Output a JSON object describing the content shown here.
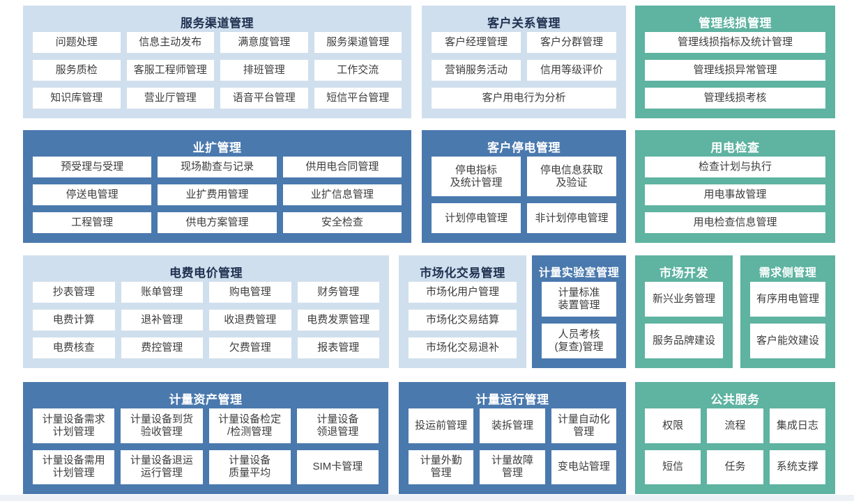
{
  "palette": {
    "light_blue_block": "#d0dfed",
    "dark_blue_block": "#4a79ae",
    "green_block": "#5eb3a1",
    "title_navy": "#1f3050",
    "title_on_color": "#ffffff",
    "item_background": "#ffffff",
    "item_text": "#3c3c3c"
  },
  "blocks": [
    {
      "title": "服务渠道管理",
      "items": [
        {
          "label": "问题处理"
        },
        {
          "label": "信息主动发布"
        },
        {
          "label": "满意度管理"
        },
        {
          "label": "服务渠道管理"
        },
        {
          "label": "服务质检"
        },
        {
          "label": "客服工程师管理"
        },
        {
          "label": "排班管理"
        },
        {
          "label": "工作交流"
        },
        {
          "label": "知识库管理"
        },
        {
          "label": "营业厅管理"
        },
        {
          "label": "语音平台管理"
        },
        {
          "label": "短信平台管理"
        }
      ]
    },
    {
      "title": "客户关系管理",
      "items": [
        {
          "label": "客户经理管理"
        },
        {
          "label": "客户分群管理"
        },
        {
          "label": "营销服务活动"
        },
        {
          "label": "信用等级评价"
        },
        {
          "label": "客户用电行为分析",
          "span": 2
        }
      ]
    },
    {
      "title": "管理线损管理",
      "items": [
        {
          "label": "管理线损指标及统计管理"
        },
        {
          "label": "管理线损异常管理"
        },
        {
          "label": "管理线损考核"
        }
      ]
    },
    {
      "title": "业扩管理",
      "items": [
        {
          "label": "预受理与受理"
        },
        {
          "label": "现场勘查与记录"
        },
        {
          "label": "供用电合同管理"
        },
        {
          "label": "停送电管理"
        },
        {
          "label": "业扩费用管理"
        },
        {
          "label": "业扩信息管理"
        },
        {
          "label": "工程管理"
        },
        {
          "label": "供电方案管理"
        },
        {
          "label": "安全检查"
        }
      ]
    },
    {
      "title": "客户停电管理",
      "items": [
        {
          "label": "停电指标\n及统计管理"
        },
        {
          "label": "停电信息获取\n及验证"
        },
        {
          "label": "计划停电管理"
        },
        {
          "label": "非计划停电管理"
        }
      ]
    },
    {
      "title": "用电检查",
      "items": [
        {
          "label": "检查计划与执行"
        },
        {
          "label": "用电事故管理"
        },
        {
          "label": "用电检查信息管理"
        }
      ]
    },
    {
      "title": "电费电价管理",
      "items": [
        {
          "label": "抄表管理"
        },
        {
          "label": "账单管理"
        },
        {
          "label": "购电管理"
        },
        {
          "label": "财务管理"
        },
        {
          "label": "电费计算"
        },
        {
          "label": "退补管理"
        },
        {
          "label": "收退费管理"
        },
        {
          "label": "电费发票管理"
        },
        {
          "label": "电费核查"
        },
        {
          "label": "费控管理"
        },
        {
          "label": "欠费管理"
        },
        {
          "label": "报表管理"
        }
      ]
    },
    {
      "title": "市场化交易管理",
      "items": [
        {
          "label": "市场化用户管理"
        },
        {
          "label": "市场化交易结算"
        },
        {
          "label": "市场化交易退补"
        }
      ]
    },
    {
      "title": "计量实验室管理",
      "items": [
        {
          "label": "计量标准\n装置管理"
        },
        {
          "label": "人员考核\n(复查)管理"
        }
      ]
    },
    {
      "title": "市场开发",
      "items": [
        {
          "label": "新兴业务管理"
        },
        {
          "label": "服务品牌建设"
        }
      ]
    },
    {
      "title": "需求侧管理",
      "items": [
        {
          "label": "有序用电管理"
        },
        {
          "label": "客户能效建设"
        }
      ]
    },
    {
      "title": "计量资产管理",
      "items": [
        {
          "label": "计量设备需求\n计划管理"
        },
        {
          "label": "计量设备到货\n验收管理"
        },
        {
          "label": "计量设备检定\n/检测管理"
        },
        {
          "label": "计量设备\n领退管理"
        },
        {
          "label": "计量设备需用\n计划管理"
        },
        {
          "label": "计量设备退运\n运行管理"
        },
        {
          "label": "计量设备\n质量平均"
        },
        {
          "label": "SIM卡管理"
        }
      ]
    },
    {
      "title": "计量运行管理",
      "items": [
        {
          "label": "投运前管理"
        },
        {
          "label": "装拆管理"
        },
        {
          "label": "计量自动化\n管理"
        },
        {
          "label": "计量外勤\n管理"
        },
        {
          "label": "计量故障\n管理"
        },
        {
          "label": "变电站管理"
        }
      ]
    },
    {
      "title": "公共服务",
      "items": [
        {
          "label": "权限"
        },
        {
          "label": "流程"
        },
        {
          "label": "集成日志"
        },
        {
          "label": "短信"
        },
        {
          "label": "任务"
        },
        {
          "label": "系统支撑"
        }
      ]
    }
  ]
}
